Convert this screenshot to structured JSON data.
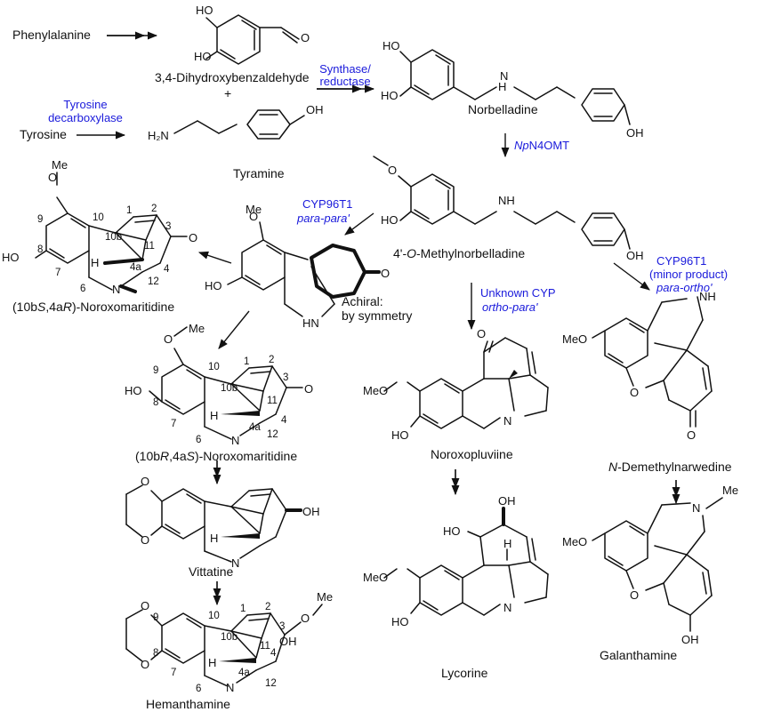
{
  "colors": {
    "ink": "#111111",
    "enzyme": "#1a1adb"
  },
  "compounds": {
    "phenylalanine": "Phenylalanine",
    "dhba": "3,4-Dihydroxybenzaldehyde",
    "plus": "+",
    "tyrosine": "Tyrosine",
    "tyramine": "Tyramine",
    "norbelladine": "Norbelladine",
    "methylnorbelladine": {
      "prefix": "4'-",
      "italic": "O",
      "suffix": "-Methylnorbelladine"
    },
    "noroxomaritidine_sr": {
      "open": "(10b",
      "s1": "S",
      "mid": ",4a",
      "s2": "R",
      "close": ")-Noroxomaritidine"
    },
    "noroxomaritidine_rs": {
      "open": "(10b",
      "s1": "R",
      "mid": ",4a",
      "s2": "S",
      "close": ")-Noroxomaritidine"
    },
    "achiral_line1": "Achiral:",
    "achiral_line2": "by symmetry",
    "noroxopluviine": "Noroxopluviine",
    "demethylnarwedine": {
      "italic": "N",
      "suffix": "-Demethylnarwedine"
    },
    "vittatine": "Vittatine",
    "lycorine": "Lycorine",
    "hemanthamine": "Hemanthamine",
    "galanthamine": "Galanthamine"
  },
  "enzymes": {
    "tdc_line1": "Tyrosine",
    "tdc_line2": "decarboxylase",
    "sr_line1": "Synthase/",
    "sr_line2": "reductase",
    "n4omt": {
      "italic": "Np",
      "suffix": "N4OMT"
    },
    "cyp_pp_name": "CYP96T1",
    "cyp_pp_mode": "para-para'",
    "cyp_po_name": "CYP96T1",
    "cyp_po_note": "(minor product)",
    "cyp_po_mode": "para-ortho'",
    "cyp_op_name": "Unknown CYP",
    "cyp_op_mode": "ortho-para'"
  },
  "atoms": {
    "HO": "HO",
    "OH": "OH",
    "O": "O",
    "H2N": "H₂N",
    "H": "H",
    "NH": "NH",
    "N": "N",
    "HN": "HN",
    "MeO": "MeO",
    "Me": "Me",
    "MeDash": "—",
    "OMe": "Me",
    "Odash": "O",
    "methoxy": "O"
  },
  "positions": {
    "p1": "1",
    "p2": "2",
    "p3": "3",
    "p4": "4",
    "p4a": "4a",
    "p6": "6",
    "p7": "7",
    "p8": "8",
    "p9": "9",
    "p10": "10",
    "p10b": "10b",
    "p11": "11",
    "p12": "12"
  }
}
